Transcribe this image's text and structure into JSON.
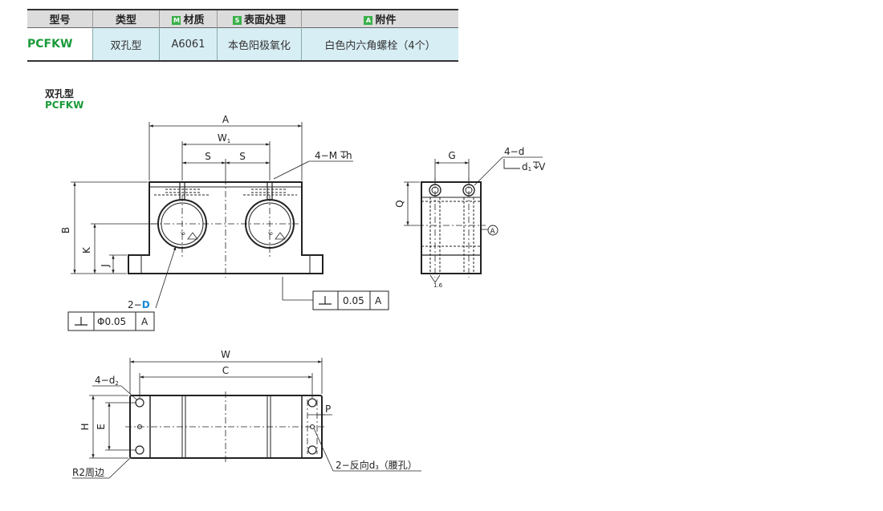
{
  "spec_table": {
    "headers": {
      "model": "型号",
      "type": "类型",
      "material_tag": "M",
      "material": "材质",
      "surface_tag": "S",
      "surface": "表面处理",
      "accessory_tag": "A",
      "accessory": "附件"
    },
    "row": {
      "model": "PCFKW",
      "type": "双孔型",
      "material": "A6061",
      "surface": "本色阳极氧化",
      "accessory": "白色内六角螺栓（4个）"
    },
    "tag_color": "#3ab04a",
    "model_color": "#1a9a3a"
  },
  "drawing_title": {
    "cn": "双孔型",
    "en": "PCFKW"
  },
  "dims": {
    "A": "A",
    "W1": "W",
    "W1_sub": "1",
    "S1": "S",
    "S2": "S",
    "hole_note": "4−M",
    "hole_note_h": "h",
    "B": "B",
    "K": "K",
    "J": "J",
    "D_prefix": "2−",
    "D_letter": "D",
    "tol_left_value": "Φ0.05",
    "tol_left_ref": "A",
    "tol_right_value": "0.05",
    "tol_right_ref": "A",
    "G": "G",
    "side_note1": "4−d",
    "side_note2_d": "d",
    "side_note2_sub": "1",
    "side_note2_V": "V",
    "Q": "Q",
    "datum": "A",
    "rough_side": "1.6",
    "rough_hole": "6",
    "W": "W",
    "C": "C",
    "d2_note": "4−d",
    "d2_sub": "2",
    "H": "H",
    "E": "E",
    "P": "P",
    "R2_note": "R2周边",
    "d3_prefix": "2−反向d",
    "d3_sub": "3",
    "d3_suffix": "（腰孔）"
  }
}
